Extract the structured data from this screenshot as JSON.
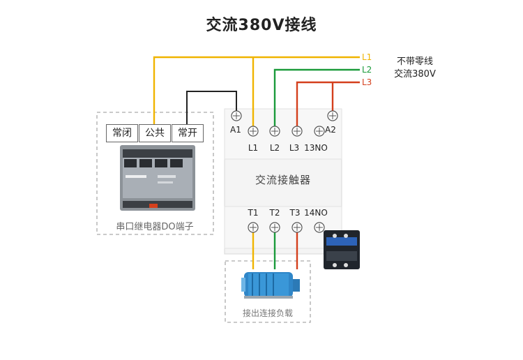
{
  "title": "交流380V接线",
  "supply": {
    "lines": [
      {
        "label": "L1",
        "color": "#f0b400"
      },
      {
        "label": "L2",
        "color": "#1a9a3a"
      },
      {
        "label": "L3",
        "color": "#d43f1c"
      }
    ],
    "note_line1": "不带零线",
    "note_line2": "交流380V"
  },
  "contactor": {
    "name": "交流接触器",
    "top_terminals": [
      "A1",
      "L1",
      "L2",
      "L3",
      "13NO",
      "A2"
    ],
    "bottom_terminals": [
      "T1",
      "T2",
      "T3",
      "14NO"
    ]
  },
  "relay": {
    "terminals": [
      "常闭",
      "公共",
      "常开"
    ],
    "caption": "串口继电器DO端子"
  },
  "load": {
    "caption": "接出连接负载"
  },
  "colors": {
    "l1": "#f0b400",
    "l2": "#1a9a3a",
    "l3": "#d43f1c",
    "control": "#222222",
    "box_dash": "#aaaaaa"
  },
  "icons": [
    "relay-module-image",
    "contactor-image",
    "motor-image",
    "screw-terminal-icon"
  ]
}
